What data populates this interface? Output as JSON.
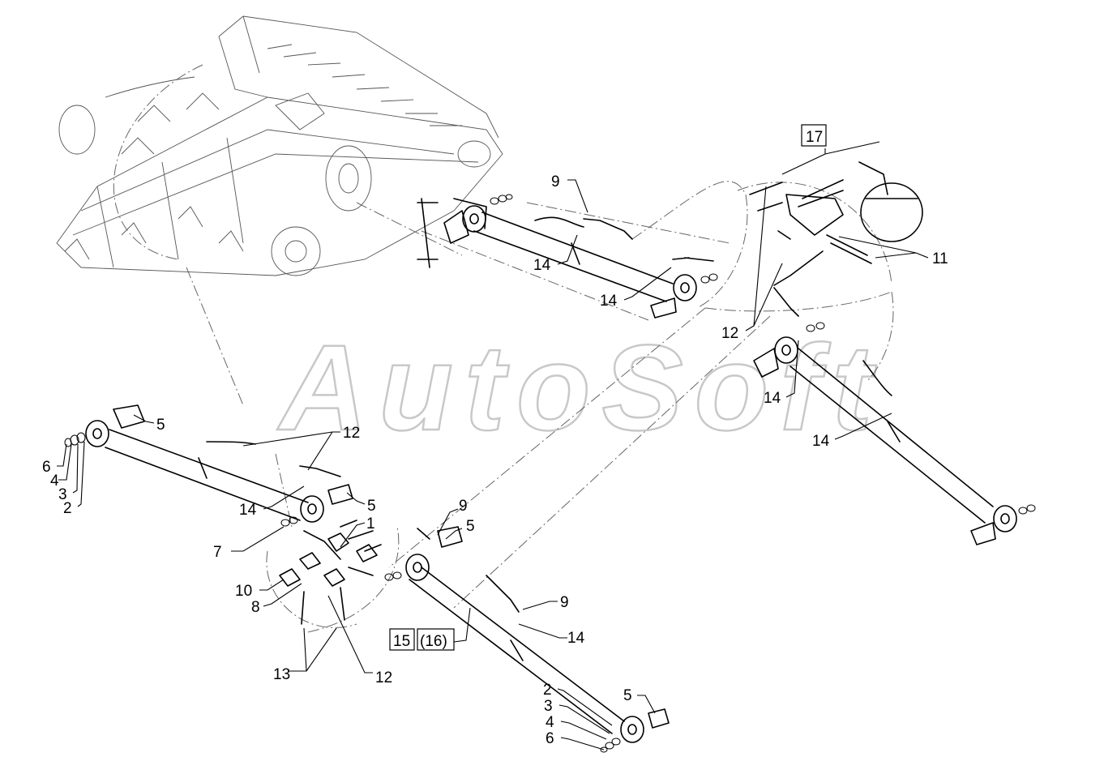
{
  "watermark": "AutoSoft",
  "frame_labels": {
    "assembly_a": "17",
    "assembly_b": "15",
    "assembly_b_alt": "(16)"
  },
  "callouts": {
    "c_9_top": "9",
    "c_14_top_a": "14",
    "c_14_top_b": "14",
    "c_11": "11",
    "c_12_right": "12",
    "c_14_right_a": "14",
    "c_14_right_b": "14",
    "c_5_left_top": "5",
    "c_6_left": "6",
    "c_4_left": "4",
    "c_3_left": "3",
    "c_2_left": "2",
    "c_12_left": "12",
    "c_14_left": "14",
    "c_5_left_mid": "5",
    "c_1": "1",
    "c_7": "7",
    "c_10": "10",
    "c_8": "8",
    "c_13": "13",
    "c_12_bottom": "12",
    "c_9_mid": "9",
    "c_5_mid": "5",
    "c_9_bottom": "9",
    "c_14_bottom": "14",
    "c_2_bottom": "2",
    "c_3_bottom": "3",
    "c_4_bottom": "4",
    "c_6_bottom": "6",
    "c_5_bottom": "5"
  }
}
